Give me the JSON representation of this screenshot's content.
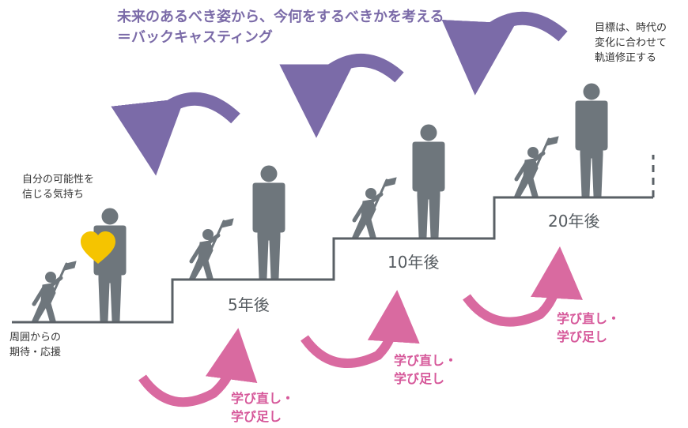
{
  "title": {
    "line1": "未来のあるべき姿から、今何をするべきかを考える",
    "line2": "＝バックキャスティング"
  },
  "notes": {
    "top_right": [
      "目標は、時代の",
      "変化に合わせて",
      "軌道修正する"
    ],
    "self_belief": [
      "自分の可能性を",
      "信じる気持ち"
    ],
    "support": [
      "周囲からの",
      "期待・応援"
    ]
  },
  "years": {
    "y5": "5年後",
    "y10": "10年後",
    "y20": "20年後"
  },
  "relearn": {
    "line1": "学び直し・",
    "line2": "学び足し"
  },
  "colors": {
    "purple_arrow": "#7b6ba8",
    "pink_arrow": "#d96aa0",
    "figure": "#6e767c",
    "heart": "#f5c400",
    "stairs": "#5a6066"
  }
}
